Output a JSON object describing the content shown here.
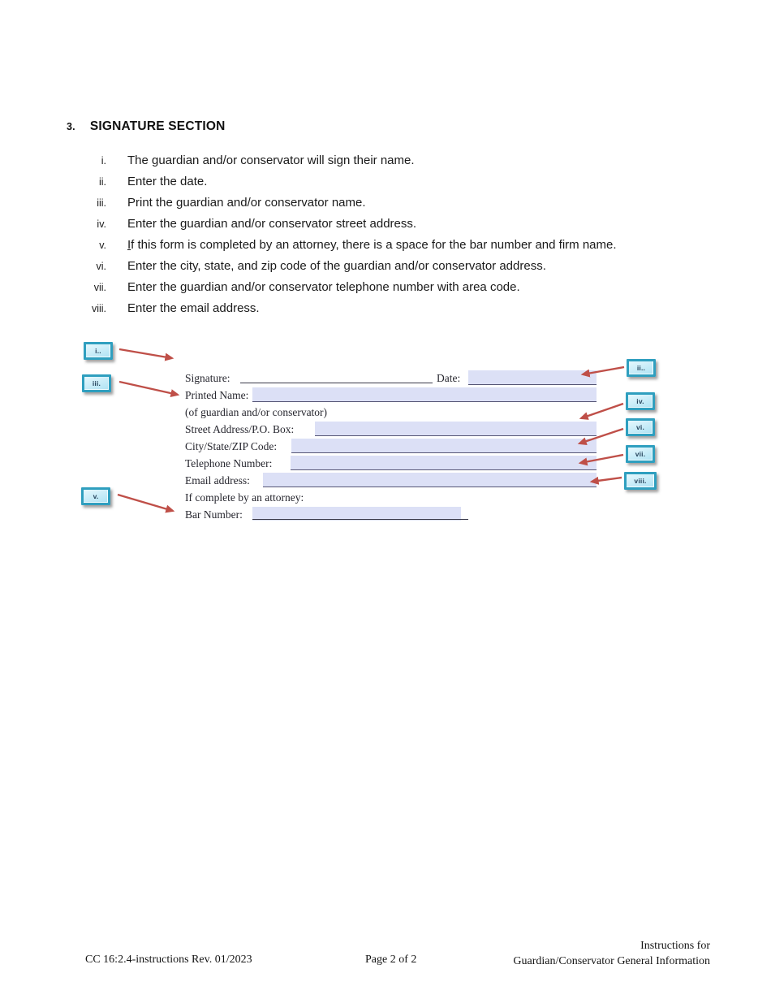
{
  "page": {
    "heading": {
      "number": "3.",
      "title": "SIGNATURE SECTION"
    },
    "instructions": {
      "items": [
        {
          "marker": "i.",
          "text": "The guardian and/or conservator will sign their name."
        },
        {
          "marker": "ii.",
          "text": "Enter the date."
        },
        {
          "marker": "iii.",
          "text": "Print the guardian and/or conservator name."
        },
        {
          "marker": "iv.",
          "text": "Enter the guardian and/or conservator street address."
        },
        {
          "marker": "v.",
          "text_head": "I",
          "text": "f this form is completed by an attorney, there is a space for the bar number and firm name."
        },
        {
          "marker": "vi.",
          "text": "Enter the city, state, and zip code of the guardian and/or conservator address."
        },
        {
          "marker": "vii.",
          "text": "Enter the guardian and/or conservator telephone number with area code."
        },
        {
          "marker": "viii.",
          "text": "Enter the email address."
        }
      ]
    },
    "form_example": {
      "signature_label": "Signature:",
      "date_label": "Date:",
      "printed_name_label": "Printed Name:",
      "printed_name_note": "(of guardian and/or conservator)",
      "street_label": "Street Address/P.O. Box:",
      "city_label": "City/State/ZIP Code:",
      "telephone_label": "Telephone Number:",
      "email_label": "Email address:",
      "attorney_note": "If complete by an attorney:",
      "bar_label": "Bar Number:",
      "field_fill_color": "#dce0f6"
    },
    "callouts": {
      "left": [
        {
          "label": "i.."
        },
        {
          "label": "iii."
        },
        {
          "label": "v."
        }
      ],
      "right": [
        {
          "label": "ii.."
        },
        {
          "label": "iv."
        },
        {
          "label": "vi."
        },
        {
          "label": "vii."
        },
        {
          "label": "viii."
        }
      ],
      "box_border_color": "#2f9fbf",
      "box_fill_color": "#c4ebf7",
      "arrow_color": "#bf4f48"
    },
    "footer": {
      "left": "CC 16:2.4-instructions Rev. 01/2023",
      "center": "Page 2 of 2",
      "right_line1": "Instructions for",
      "right_line2": "Guardian/Conservator General Information"
    }
  }
}
